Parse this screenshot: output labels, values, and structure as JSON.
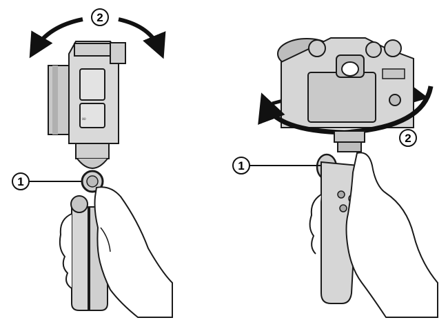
{
  "callouts": {
    "left_release": "1",
    "left_tilt": "2",
    "right_release": "1",
    "right_rotate": "2"
  },
  "colors": {
    "body_gray": "#d9d9d9",
    "dark_gray": "#a8a8a8",
    "outline": "#1a1a1a",
    "shade_gray": "#bdbdbd"
  }
}
